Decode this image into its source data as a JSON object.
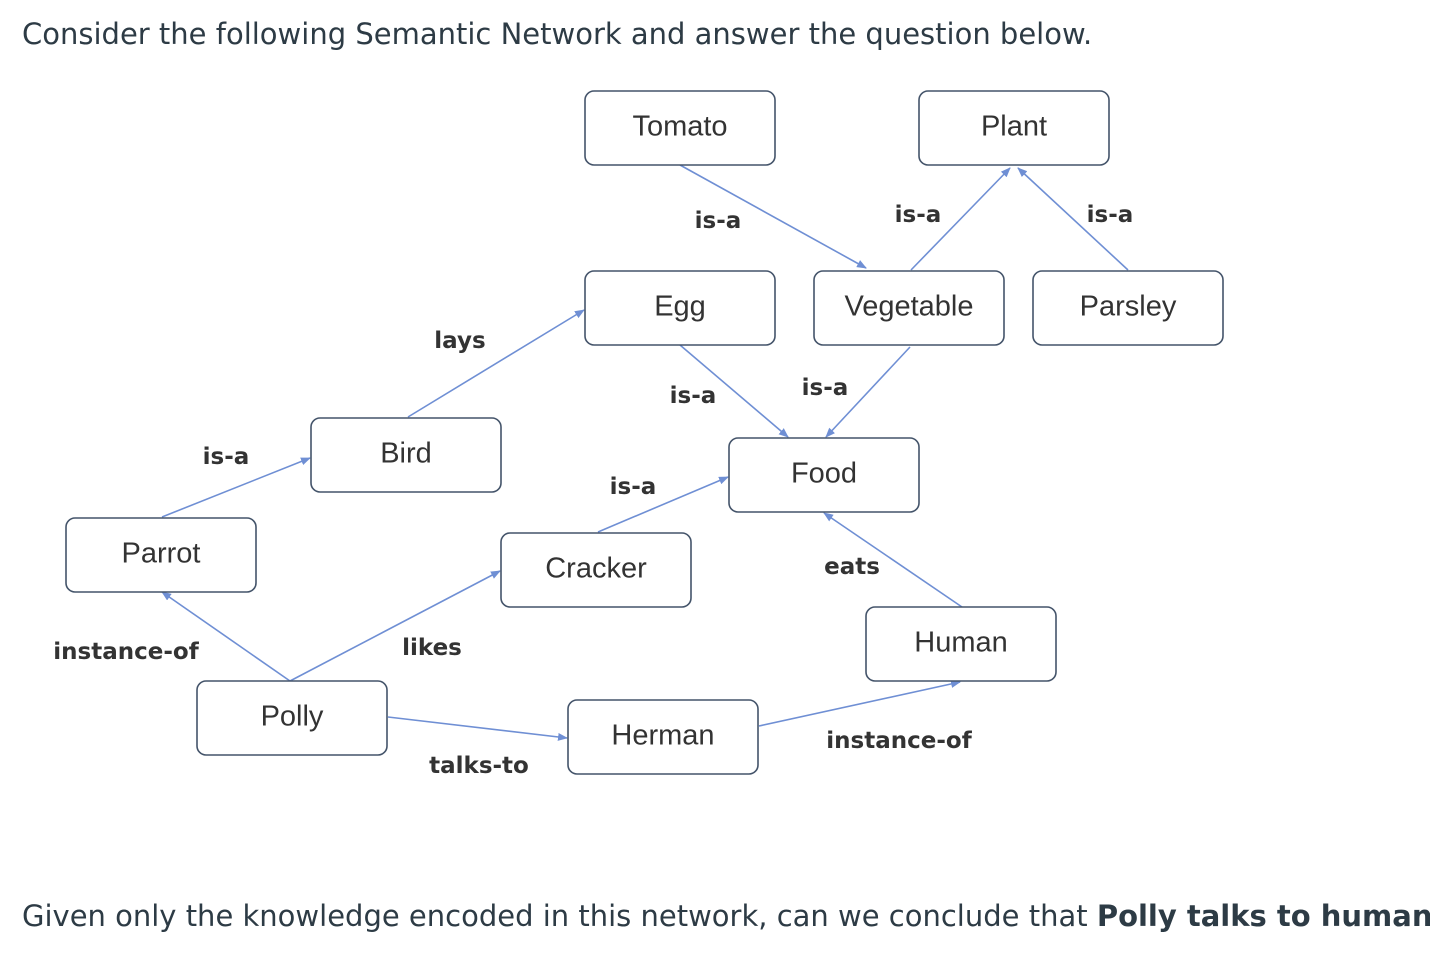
{
  "prompt": {
    "intro": "Consider the following Semantic Network and answer the question below.",
    "question_before": "Given only the knowledge encoded in this network, can we conclude that ",
    "question_bold": "Polly talks to humans",
    "question_after": "?"
  },
  "nodes": [
    {
      "id": "tomato",
      "label": "Tomato"
    },
    {
      "id": "plant",
      "label": "Plant"
    },
    {
      "id": "egg",
      "label": "Egg"
    },
    {
      "id": "vegetable",
      "label": "Vegetable"
    },
    {
      "id": "parsley",
      "label": "Parsley"
    },
    {
      "id": "bird",
      "label": "Bird"
    },
    {
      "id": "food",
      "label": "Food"
    },
    {
      "id": "parrot",
      "label": "Parrot"
    },
    {
      "id": "cracker",
      "label": "Cracker"
    },
    {
      "id": "human",
      "label": "Human"
    },
    {
      "id": "polly",
      "label": "Polly"
    },
    {
      "id": "herman",
      "label": "Herman"
    }
  ],
  "edges": [
    {
      "id": "tomato-vegetable",
      "from": "tomato",
      "to": "vegetable",
      "label": "is-a"
    },
    {
      "id": "vegetable-plant",
      "from": "vegetable",
      "to": "plant",
      "label": "is-a"
    },
    {
      "id": "parsley-plant",
      "from": "parsley",
      "to": "plant",
      "label": "is-a"
    },
    {
      "id": "bird-egg",
      "from": "bird",
      "to": "egg",
      "label": "lays"
    },
    {
      "id": "egg-food",
      "from": "egg",
      "to": "food",
      "label": "is-a"
    },
    {
      "id": "vegetable-food",
      "from": "vegetable",
      "to": "food",
      "label": "is-a"
    },
    {
      "id": "parrot-bird",
      "from": "parrot",
      "to": "bird",
      "label": "is-a"
    },
    {
      "id": "cracker-food",
      "from": "cracker",
      "to": "food",
      "label": "is-a"
    },
    {
      "id": "human-food",
      "from": "human",
      "to": "food",
      "label": "eats"
    },
    {
      "id": "polly-parrot",
      "from": "polly",
      "to": "parrot",
      "label": "instance-of"
    },
    {
      "id": "polly-cracker",
      "from": "polly",
      "to": "cracker",
      "label": "likes"
    },
    {
      "id": "polly-herman",
      "from": "polly",
      "to": "herman",
      "label": "talks-to"
    },
    {
      "id": "herman-human",
      "from": "herman",
      "to": "human",
      "label": "instance-of"
    }
  ],
  "colors": {
    "node_border": "#44546a",
    "edge": "#6f8fd4",
    "text": "#2d3b45"
  }
}
